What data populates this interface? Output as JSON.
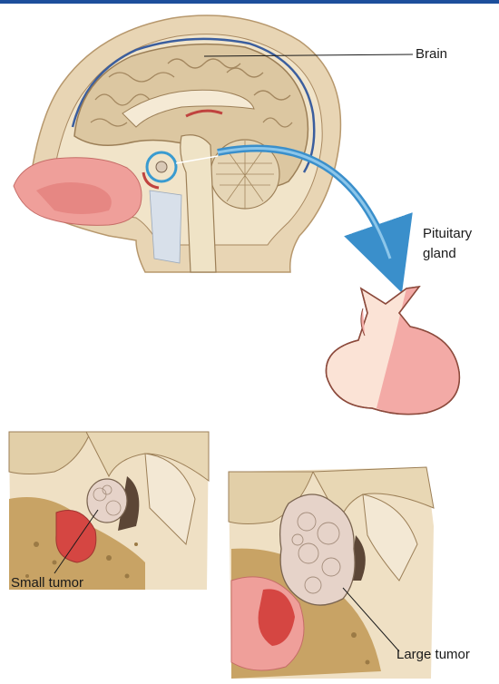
{
  "labels": {
    "brain": "Brain",
    "pituitary_line1": "Pituitary",
    "pituitary_line2": "gland",
    "small_tumor": "Small tumor",
    "large_tumor": "Large tumor"
  },
  "colors": {
    "top_bar": "#1d4f9c",
    "arrow": "#3a8fcb",
    "gland_light": "#fbe3d6",
    "gland_pink": "#f3aaa6",
    "gland_outline": "#8c4a3c",
    "brain": "#dcc7a1",
    "bone": "#e9dcc0",
    "blood_red": "#d84a46",
    "vessel_blue": "#3b5e9e",
    "tumor": "#e6d3c9",
    "callout_circle": "#3a9bd0"
  }
}
